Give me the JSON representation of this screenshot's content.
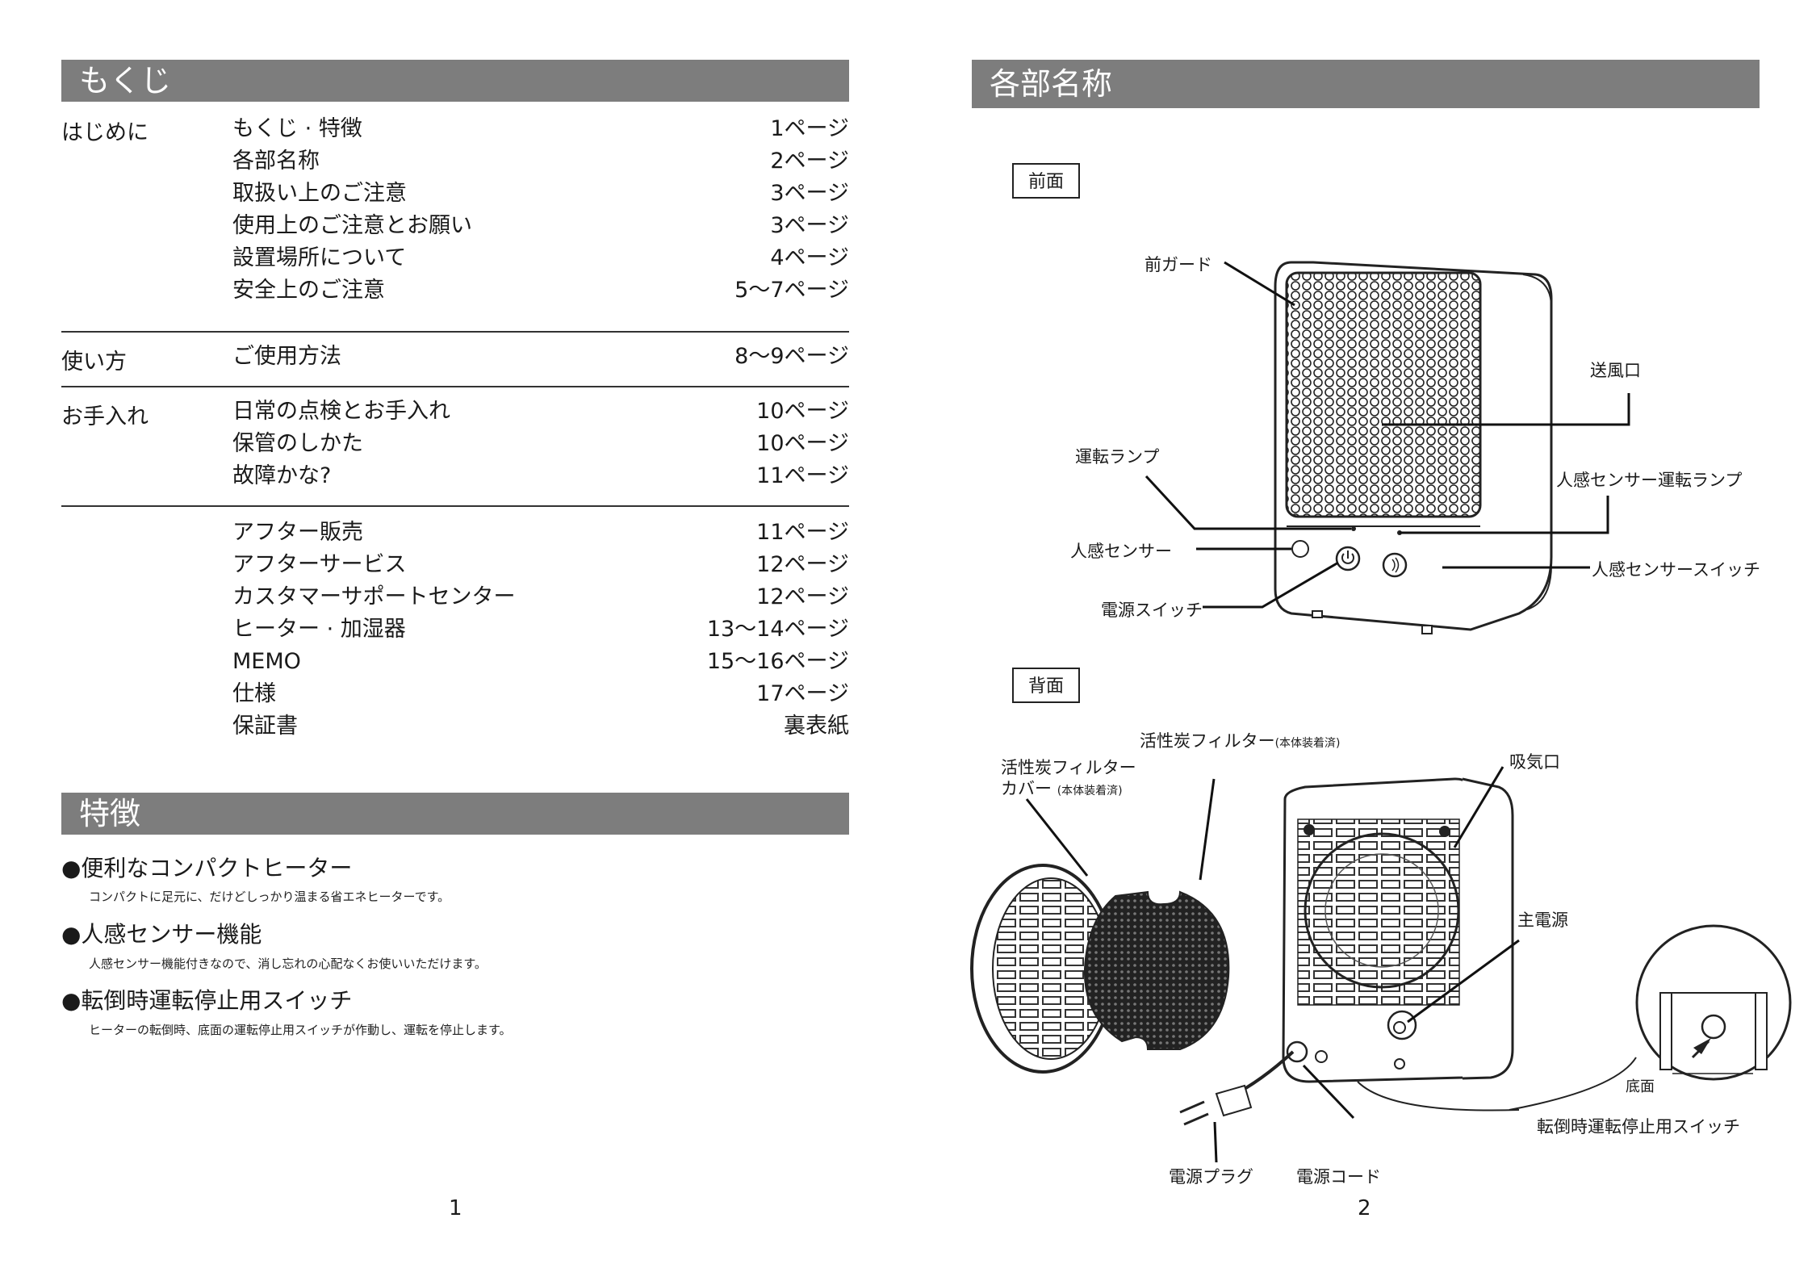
{
  "left_page": {
    "toc_heading": "もくじ",
    "toc_groups": [
      {
        "category": "はじめに",
        "entries": [
          {
            "title": "もくじ · 特徴",
            "page": "1ページ"
          },
          {
            "title": "各部名称",
            "page": "2ページ"
          },
          {
            "title": "取扱い上のご注意",
            "page": "3ページ"
          },
          {
            "title": "使用上のご注意とお願い",
            "page": "3ページ"
          },
          {
            "title": "設置場所について",
            "page": "4ページ"
          },
          {
            "title": "安全上のご注意",
            "page": "5〜7ページ"
          }
        ]
      },
      {
        "category": "使い方",
        "entries": [
          {
            "title": "ご使用方法",
            "page": "8〜9ページ"
          }
        ]
      },
      {
        "category": "お手入れ",
        "entries": [
          {
            "title": "日常の点検とお手入れ",
            "page": "10ページ"
          },
          {
            "title": "保管のしかた",
            "page": "10ページ"
          },
          {
            "title": "故障かな?",
            "page": "11ページ"
          }
        ]
      },
      {
        "category": "",
        "entries": [
          {
            "title": "アフター販売",
            "page": "11ページ"
          },
          {
            "title": "アフターサービス",
            "page": "12ページ"
          },
          {
            "title": "カスタマーサポートセンター",
            "page": "12ページ"
          },
          {
            "title": "ヒーター · 加湿器",
            "page": "13〜14ページ"
          },
          {
            "title": "MEMO",
            "page": "15〜16ページ"
          },
          {
            "title": "仕様",
            "page": "17ページ"
          },
          {
            "title": "保証書",
            "page": "裏表紙"
          }
        ]
      }
    ],
    "features_heading": "特徴",
    "features": [
      {
        "title": "●便利なコンパクトヒーター",
        "desc": "コンパクトに足元に、だけどしっかり温まる省エネヒーターです。"
      },
      {
        "title": "●人感センサー機能",
        "desc": "人感センサー機能付きなので、消し忘れの心配なくお使いいただけます。"
      },
      {
        "title": "●転倒時運転停止用スイッチ",
        "desc": "ヒーターの転倒時、底面の運転停止用スイッチが作動し、運転を停止します。"
      }
    ],
    "page_number": "1"
  },
  "right_page": {
    "heading": "各部名称",
    "front_label": "前面",
    "back_label": "背面",
    "front_parts": {
      "front_guard": "前ガード",
      "air_outlet": "送風口",
      "operation_lamp": "運転ランプ",
      "sensor_lamp": "人感センサー運転ランプ",
      "sensor": "人感センサー",
      "sensor_switch": "人感センサースイッチ",
      "power_switch": "電源スイッチ"
    },
    "back_parts": {
      "filter": "活性炭フィルター",
      "filter_note": "(本体装着済)",
      "filter_cover_line1": "活性炭フィルター",
      "filter_cover_line2": "カバー",
      "filter_cover_note": "(本体装着済)",
      "air_intake": "吸気口",
      "main_power": "主電源",
      "bottom": "底面",
      "tip_over_switch": "転倒時運転停止用スイッチ",
      "power_plug": "電源プラグ",
      "power_cord": "電源コード"
    },
    "page_number": "2"
  }
}
